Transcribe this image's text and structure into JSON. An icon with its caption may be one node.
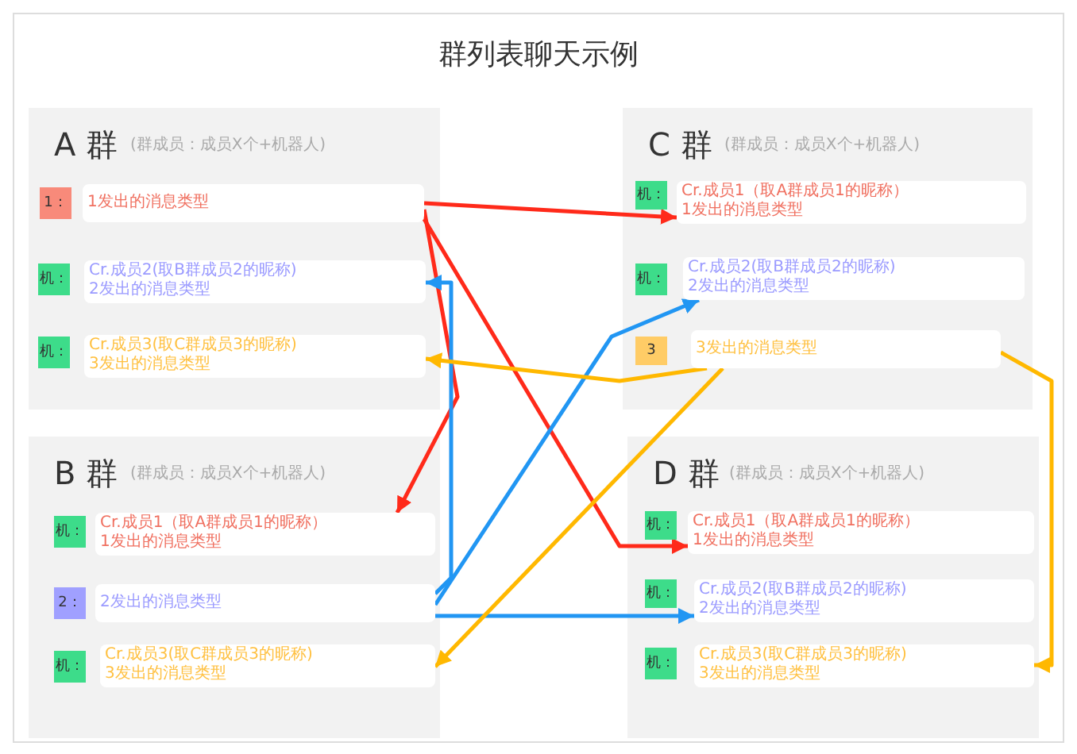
{
  "diagram": {
    "title": "群列表聊天示例",
    "nodes": [
      {
        "text": [
          "A 群",
          "(群成员：成员X个+机器人)"
        ]
      },
      {
        "text": [
          "1："
        ],
        "in": 0
      },
      {
        "text": [
          "1发出的消息类型"
        ],
        "in": 0
      },
      {
        "text": [
          "机："
        ],
        "in": 0
      },
      {
        "text": [
          "Cr.成员2(取B群成员2的昵称) 2发出的消息类型"
        ],
        "in": 0
      },
      {
        "text": [
          "机："
        ],
        "in": 0
      },
      {
        "text": [
          "Cr.成员3(取C群成员3的昵称) 3发出的消息类型"
        ],
        "in": 0
      },
      {
        "text": [
          "C 群",
          "(群成员：成员X个+机器人)"
        ]
      },
      {
        "text": [
          "机："
        ],
        "in": 7
      },
      {
        "text": [
          "Cr.成员1（取A群成员1的昵称） 1发出的消息类型"
        ],
        "in": 7
      },
      {
        "text": [
          "机："
        ],
        "in": 7
      },
      {
        "text": [
          "Cr.成员2(取B群成员2的昵称) 2发出的消息类型"
        ],
        "in": 7
      },
      {
        "text": [
          "3"
        ],
        "in": 7
      },
      {
        "text": [
          "3发出的消息类型"
        ],
        "in": 7
      },
      {
        "text": [
          "B 群",
          "(群成员：成员X个+机器人)"
        ]
      },
      {
        "text": [
          "机："
        ],
        "in": 14
      },
      {
        "text": [
          "Cr.成员1（取A群成员1的昵称） 1发出的消息类型"
        ],
        "in": 14
      },
      {
        "text": [
          "2："
        ],
        "in": 14
      },
      {
        "text": [
          "2发出的消息类型"
        ],
        "in": 14
      },
      {
        "text": [
          "机："
        ],
        "in": 14
      },
      {
        "text": [
          "Cr.成员3(取C群成员3的昵称) 3发出的消息类型"
        ],
        "in": 14
      },
      {
        "text": [
          "D 群",
          "(群成员：成员X个+机器人)"
        ]
      },
      {
        "text": [
          "机："
        ],
        "in": 21
      },
      {
        "text": [
          "Cr.成员1（取A群成员1的昵称） 1发出的消息类型"
        ],
        "in": 21
      },
      {
        "text": [
          "机："
        ],
        "in": 21
      },
      {
        "text": [
          "Cr.成员2(取B群成员2的昵称) 2发出的消息类型"
        ],
        "in": 21
      },
      {
        "text": [
          "机："
        ],
        "in": 21
      },
      {
        "text": [
          "Cr.成员3(取C群成员3的昵称) 3发出的消息类型"
        ],
        "in": 21
      }
    ],
    "edges": [
      {
        "from": 2,
        "to": 9,
        "arrow": "to",
        "color": "#ff2a1a"
      },
      {
        "from": 2,
        "to": 16,
        "arrow": "to",
        "color": "#ff2a1a"
      },
      {
        "from": 2,
        "to": 23,
        "arrow": "to",
        "color": "#ff2a1a"
      },
      {
        "from": 18,
        "to": 4,
        "arrow": "to",
        "color": "#2196f3"
      },
      {
        "from": 18,
        "to": 11,
        "arrow": "to",
        "color": "#2196f3"
      },
      {
        "from": 18,
        "to": 25,
        "arrow": "to",
        "color": "#2196f3"
      },
      {
        "from": 13,
        "to": 6,
        "arrow": "to",
        "color": "#ffb800"
      },
      {
        "from": 13,
        "to": 20,
        "arrow": "to",
        "color": "#ffb800"
      },
      {
        "from": 13,
        "to": 27,
        "arrow": "to",
        "color": "#ffb800"
      }
    ]
  }
}
